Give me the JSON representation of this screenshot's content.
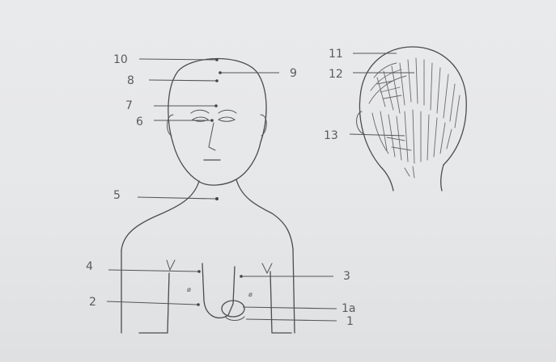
{
  "labels": {
    "l1": "1",
    "l1a": "1a",
    "l2": "2",
    "l3": "3",
    "l4": "4",
    "l5": "5",
    "l6": "6",
    "l7": "7",
    "l8": "8",
    "l9": "9",
    "l10": "10",
    "l11": "11",
    "l12": "12",
    "l13": "13"
  }
}
